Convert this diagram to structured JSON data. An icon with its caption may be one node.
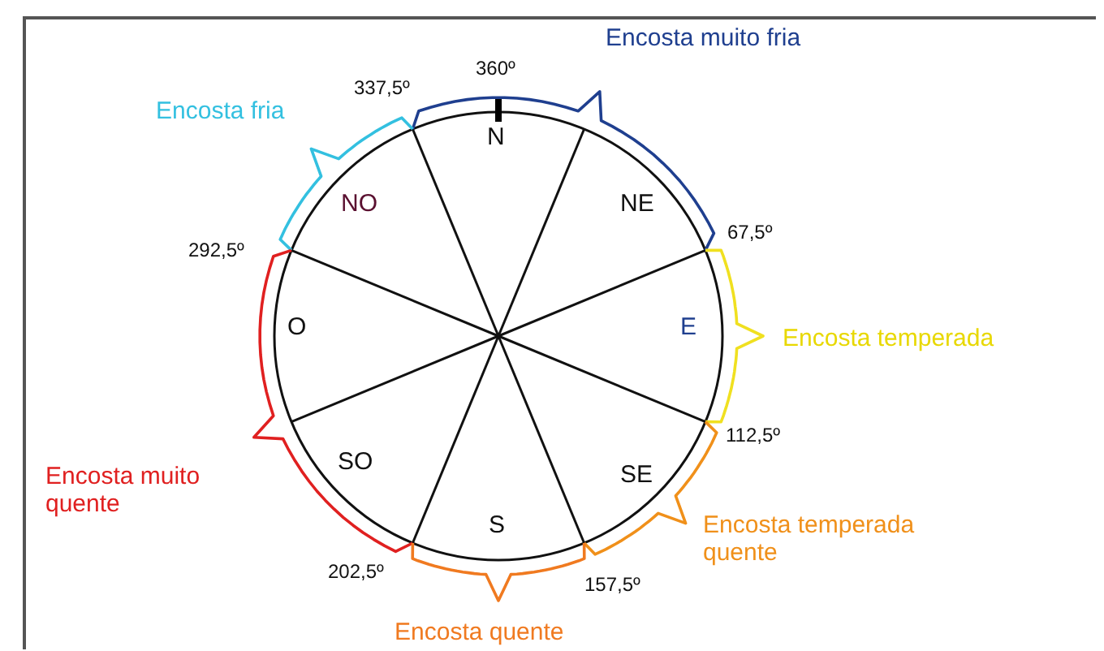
{
  "diagram": {
    "labels": [
      "Encosta muito fria",
      "360º",
      "337,5º",
      "Encosta fria",
      "N",
      "NO",
      "NE",
      "292,5º",
      "67,5º",
      "O",
      "E",
      "Encosta temperada",
      "112,5º",
      "Encosta muito quente",
      "SO",
      "SE",
      "S",
      "Encosta temperada quente",
      "202,5º",
      "157,5º",
      "Encosta quente"
    ]
  }
}
